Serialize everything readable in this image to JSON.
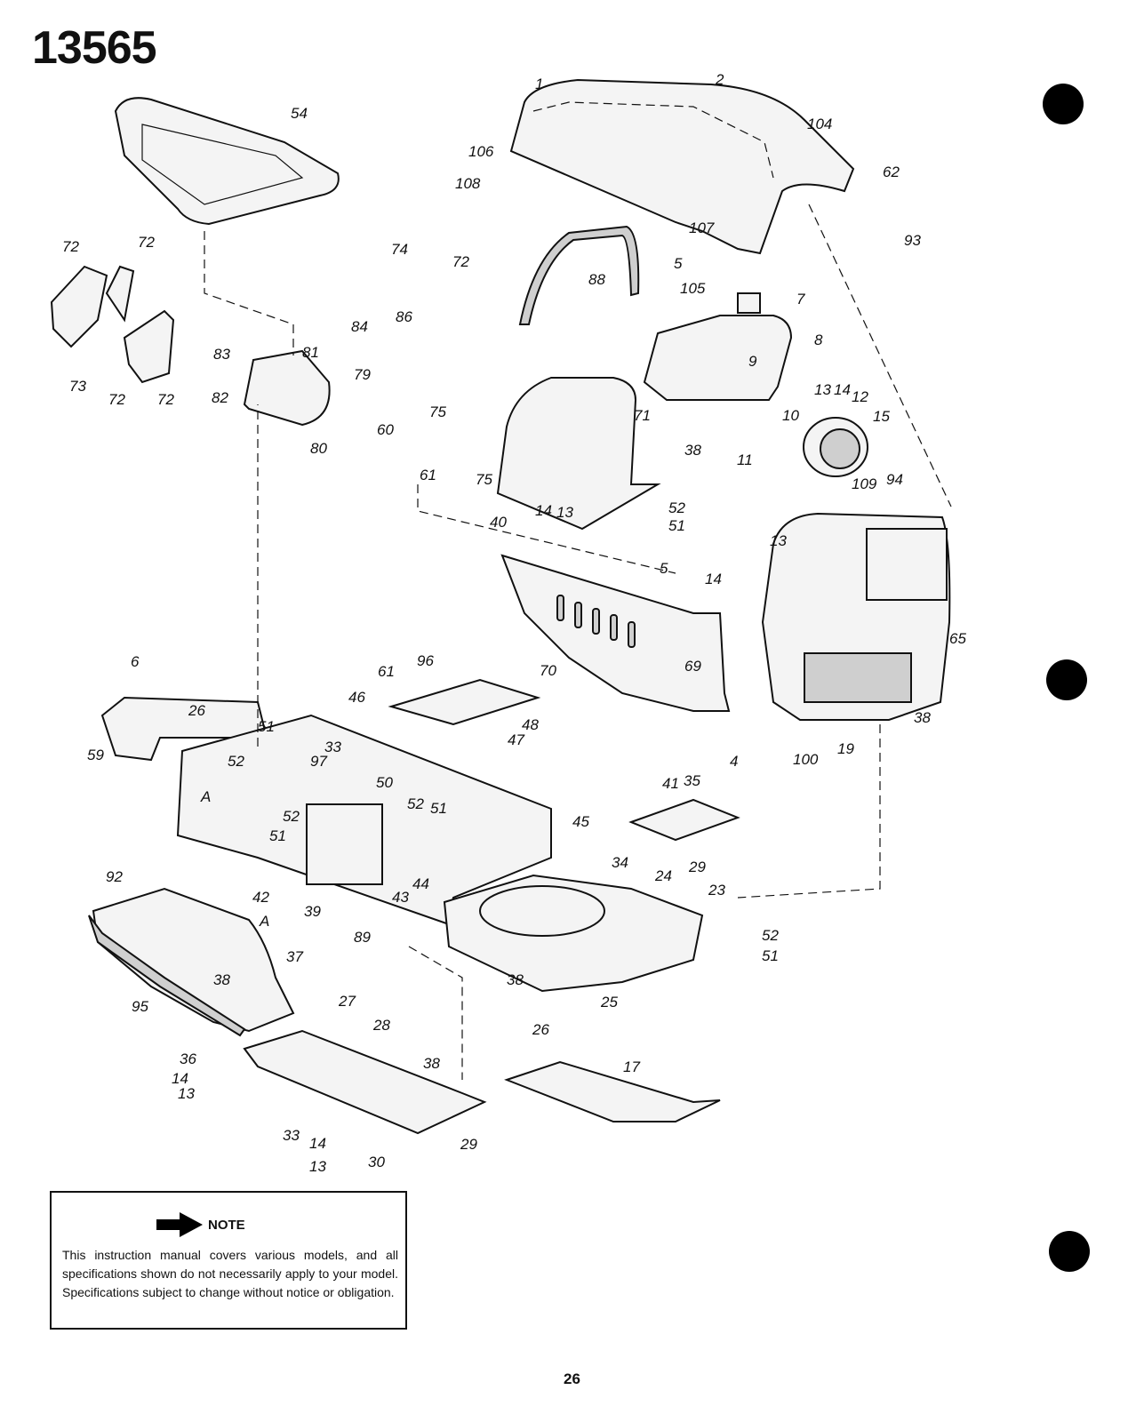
{
  "header": {
    "model_number": "13565"
  },
  "callouts": [
    "1",
    "2",
    "104",
    "106",
    "108",
    "62",
    "93",
    "107",
    "5",
    "105",
    "54",
    "72",
    "72",
    "72",
    "72",
    "73",
    "74",
    "72",
    "88",
    "7",
    "8",
    "9",
    "84",
    "86",
    "83",
    "81",
    "82",
    "80",
    "79",
    "75",
    "60",
    "61",
    "75",
    "71",
    "38",
    "14",
    "13",
    "40",
    "52",
    "51",
    "10",
    "11",
    "13",
    "14",
    "12",
    "15",
    "109",
    "94",
    "13",
    "5",
    "14",
    "69",
    "65",
    "38",
    "100",
    "19",
    "70",
    "6",
    "26",
    "59",
    "51",
    "52",
    "97",
    "33",
    "50",
    "52",
    "51",
    "A",
    "52",
    "51",
    "61",
    "96",
    "46",
    "48",
    "47",
    "4",
    "41",
    "35",
    "29",
    "45",
    "44",
    "43",
    "42",
    "39",
    "89",
    "34",
    "24",
    "23",
    "52",
    "51",
    "25",
    "92",
    "A",
    "37",
    "38",
    "95",
    "27",
    "28",
    "26",
    "38",
    "17",
    "36",
    "14",
    "13",
    "38",
    "33",
    "29",
    "14",
    "13",
    "30"
  ],
  "note": {
    "label": "NOTE",
    "text": "This instruction manual covers various models, and all specifications shown do not necessarily apply to your model. Specifications subject to change without notice or obligation."
  },
  "footer": {
    "page_number": "26"
  }
}
